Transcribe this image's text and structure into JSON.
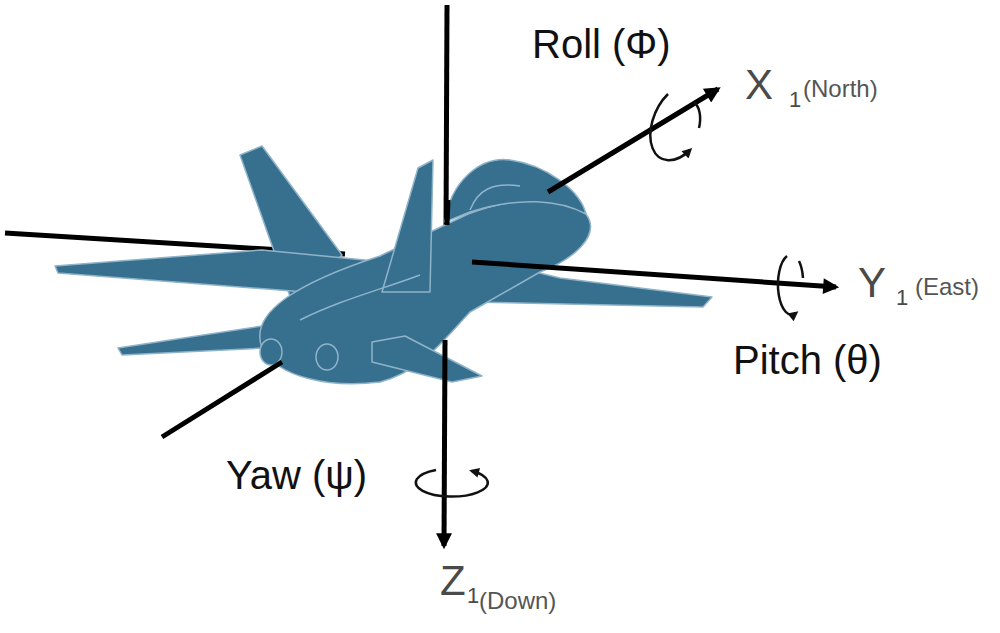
{
  "diagram": {
    "labels": [
      "Roll (Φ)",
      "X",
      "1",
      "(North)",
      "Y",
      "1",
      "(East)",
      "Pitch (θ)",
      "Yaw (ψ)",
      "Z",
      "1",
      "(Down)"
    ]
  }
}
